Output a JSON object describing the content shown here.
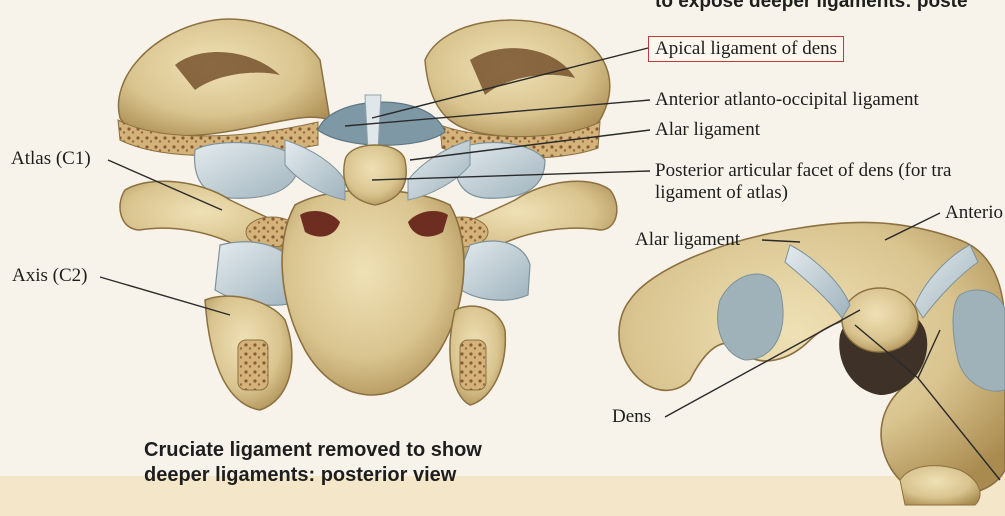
{
  "top_heading_fragment": "to expose deeper ligaments: poste",
  "labels": {
    "apical": "Apical ligament of dens",
    "anterior_ao": "Anterior atlanto-occipital ligament",
    "alar_top": "Alar ligament",
    "post_facet_1": "Posterior articular facet of dens (for tra",
    "post_facet_2": "ligament of atlas)",
    "atlas": "Atlas (C1)",
    "axis": "Axis (C2)",
    "alar_right": "Alar ligament",
    "anterior_frag": "Anterio",
    "dens": "Dens"
  },
  "caption": {
    "line1": "Cruciate ligament removed to show",
    "line2": "deeper ligaments: posterior view"
  },
  "colors": {
    "bone": "#d9c48f",
    "bone_dark": "#a98b4f",
    "ligament": "#b7c7cf",
    "ligament_light": "#dfe7ea",
    "cavity": "#7a3a2b",
    "highlight_box": "#c0393b",
    "background": "#f7f3ea",
    "bottom_band": "#f4e7c9"
  }
}
